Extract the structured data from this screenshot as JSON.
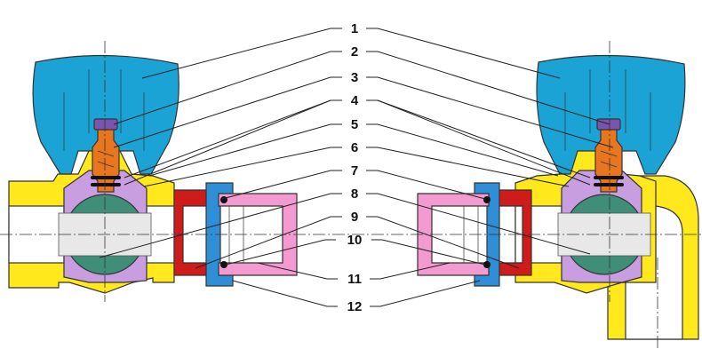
{
  "callouts": [
    "1",
    "2",
    "3",
    "4",
    "5",
    "6",
    "7",
    "8",
    "9",
    "10",
    "11",
    "12"
  ],
  "colors": {
    "handle": "#1aa3d4",
    "stem": "#e8761e",
    "cap": "#7a55b0",
    "body": "#ffe81c",
    "seat": "#c89ee0",
    "ball": "#3f8f78",
    "nut": "#d01b1b",
    "ring": "#2f8fd6",
    "pipe": "#f39bd0",
    "oring": "#111111",
    "bore": "#e6e6e6"
  },
  "parts": {
    "handle": "handle",
    "stem": "spindle",
    "cap": "spindle-cap",
    "body": "valve-body",
    "seat": "ball-seat",
    "ball": "ball",
    "nut": "union-nut",
    "ring": "retaining-ring",
    "pipe": "connector-pipe",
    "oring": "o-ring"
  }
}
